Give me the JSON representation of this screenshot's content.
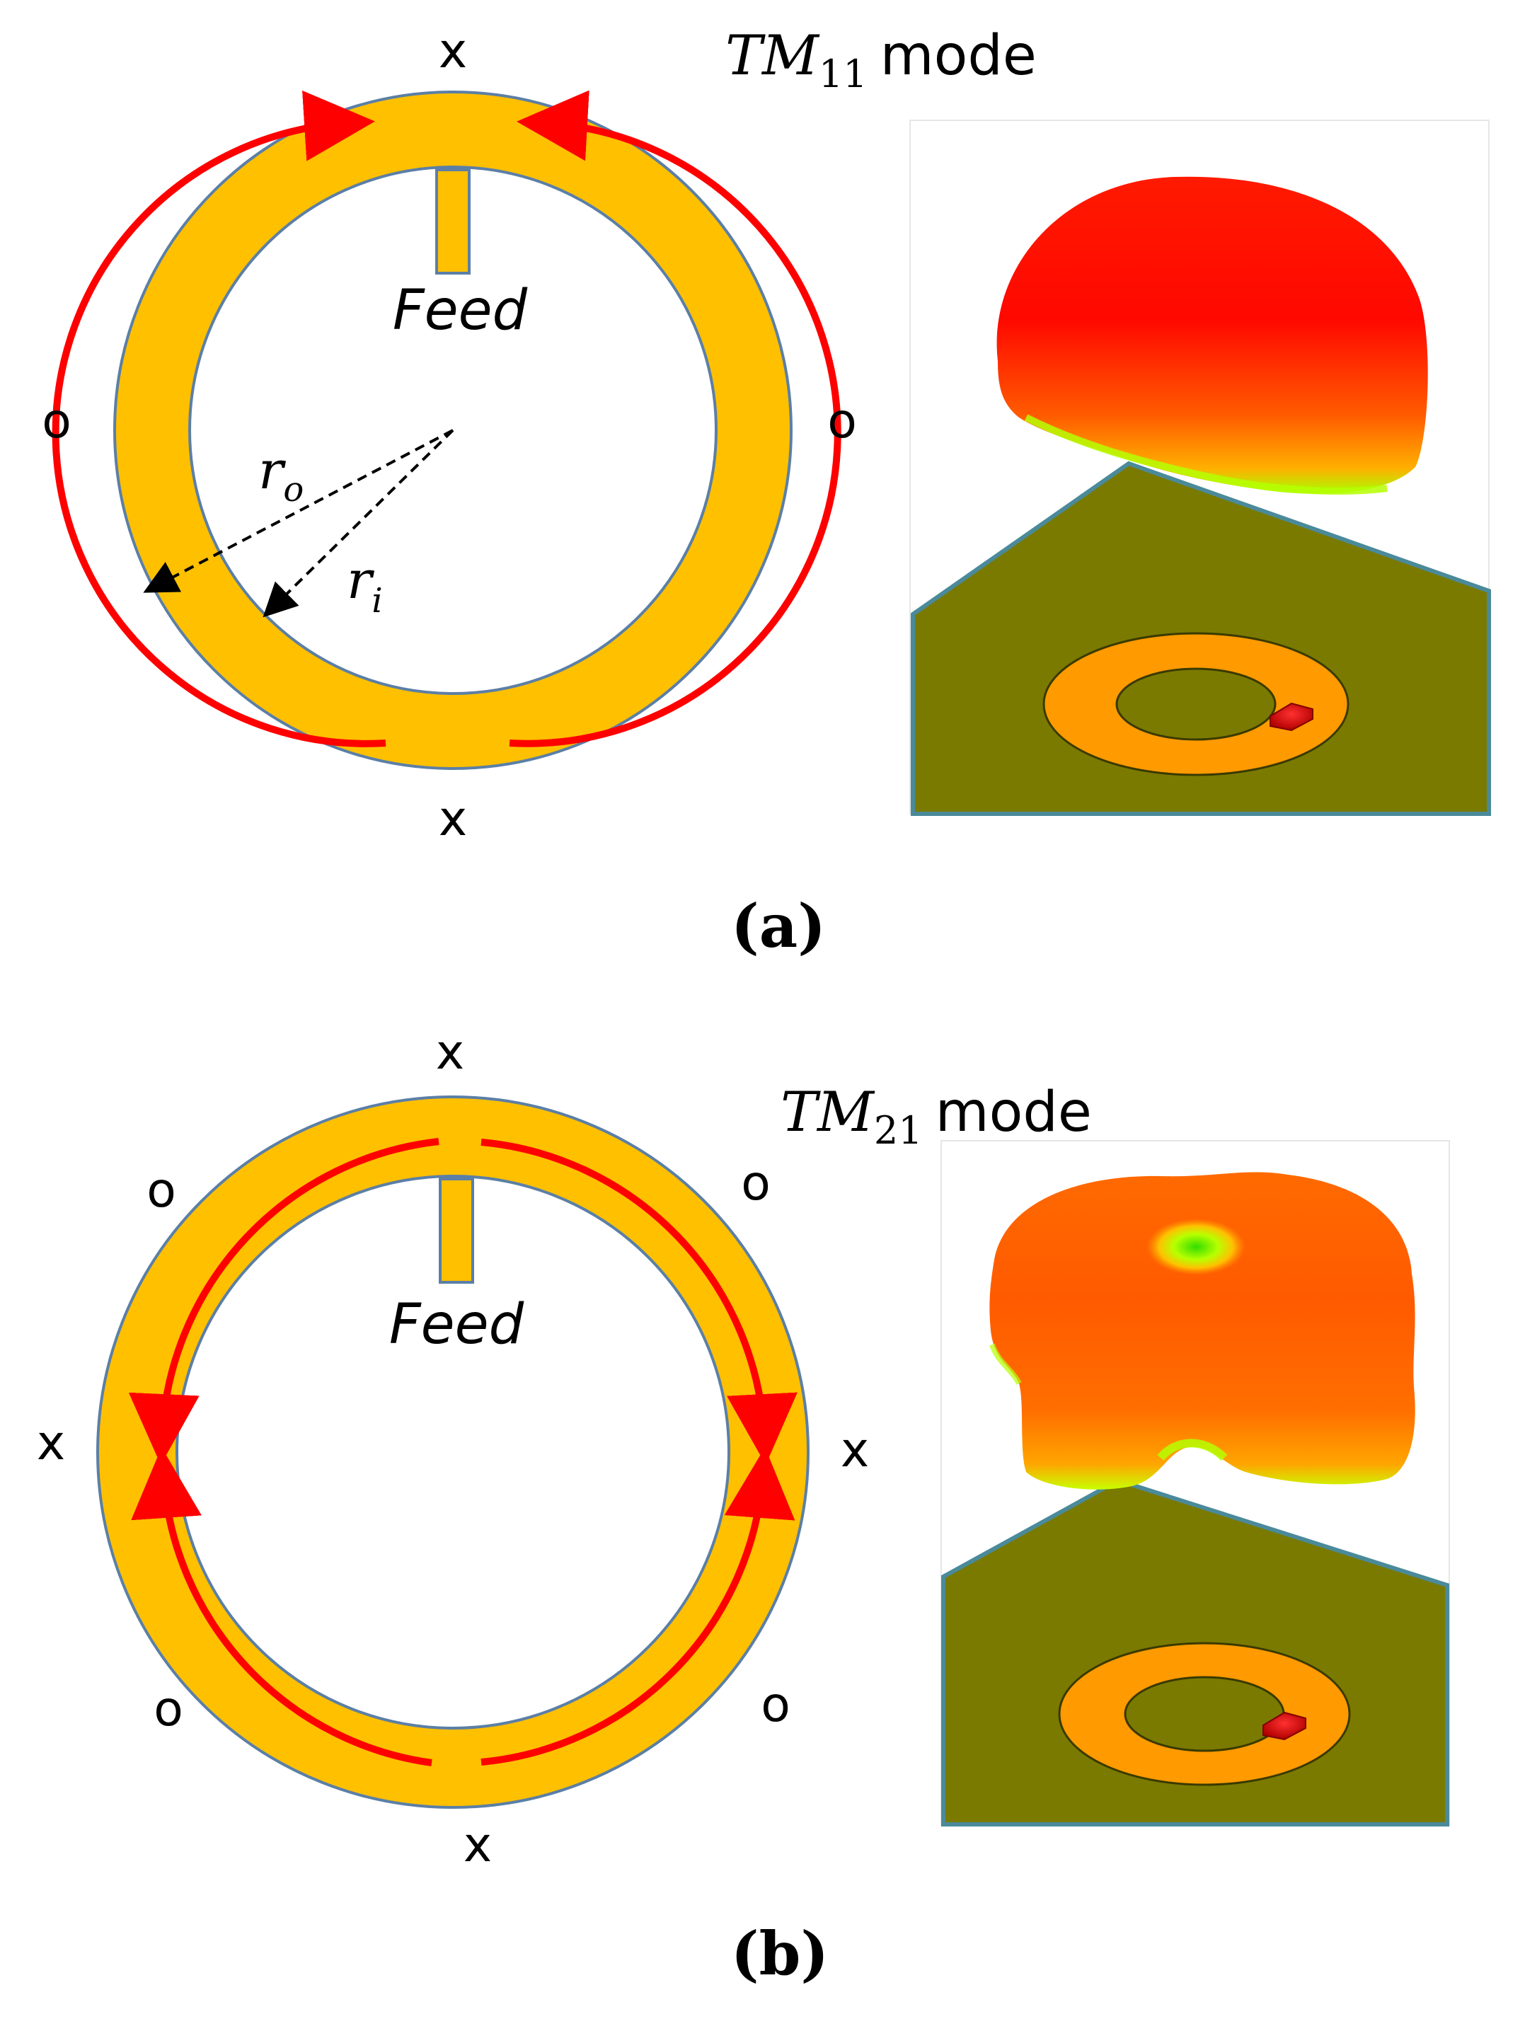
{
  "colors": {
    "patch": "#FFC000",
    "outline": "#5B7FA6",
    "current": "#FF0000",
    "ground": "#7A7A00"
  },
  "panel_a": {
    "mode_name": "TM",
    "mode_subscript": "11",
    "mode_word": "mode",
    "feed_label": "Feed",
    "radius_outer": {
      "symbol": "r",
      "subscript": "o"
    },
    "radius_inner": {
      "symbol": "r",
      "subscript": "i"
    },
    "marker_top": "x",
    "marker_bottom": "x",
    "marker_left": "o",
    "marker_right": "o",
    "caption": "(a)"
  },
  "panel_b": {
    "mode_name": "TM",
    "mode_subscript": "21",
    "mode_word": "mode",
    "feed_label": "Feed",
    "marker_top": "x",
    "marker_bottom": "x",
    "marker_left": "x",
    "marker_right": "x",
    "marker_top_left": "o",
    "marker_top_right": "o",
    "marker_bottom_left": "o",
    "marker_bottom_right": "o",
    "caption": "(b)"
  }
}
